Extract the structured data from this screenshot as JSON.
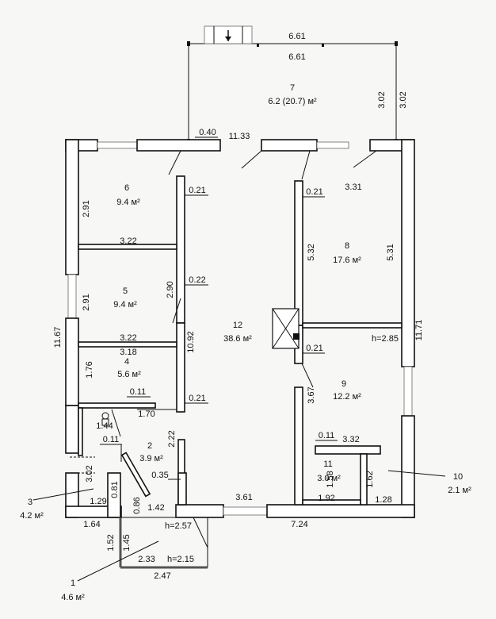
{
  "plan": {
    "rooms": {
      "r1": {
        "num": "1",
        "area": "4.6 м²"
      },
      "r2": {
        "num": "2",
        "area": "3.9 м²"
      },
      "r3": {
        "num": "3",
        "area": "4.2 м²"
      },
      "r4": {
        "num": "4",
        "area": "5.6 м²"
      },
      "r5": {
        "num": "5",
        "area": "9.4 м²"
      },
      "r6": {
        "num": "6",
        "area": "9.4 м²"
      },
      "r7": {
        "num": "7",
        "area": "6.2 (20.7) м²"
      },
      "r8": {
        "num": "8",
        "area": "17.6 м²"
      },
      "r9": {
        "num": "9",
        "area": "12.2 м²"
      },
      "r10": {
        "num": "10",
        "area": "2.1 м²"
      },
      "r11": {
        "num": "11",
        "area": "3.0 м²"
      },
      "r12": {
        "num": "12",
        "area": "38.6 м²"
      }
    },
    "dims": {
      "d_661_top": "6.61",
      "d_661_b": "6.61",
      "d_302_l": "3.02",
      "d_302_r": "3.02",
      "d_040": "0.40",
      "d_1133": "11.33",
      "d_291_a": "2.91",
      "d_021_a": "0.21",
      "d_021_b": "0.21",
      "d_331": "3.31",
      "d_322_a": "3.22",
      "d_532": "5.32",
      "d_531": "5.31",
      "d_290": "2.90",
      "d_022": "0.22",
      "d_1167": "11.67",
      "d_291_b": "2.91",
      "d_1092": "10.92",
      "d_322_b": "3.22",
      "d_318": "3.18",
      "d_021_c": "0.21",
      "h_285": "h=2.85",
      "d_1171": "11.71",
      "d_176": "1.76",
      "d_011_a": "0.11",
      "d_021_d": "0.21",
      "d_367": "3.67",
      "d_170": "1.70",
      "d_144": "1.44",
      "d_222": "2.22",
      "d_011_b": "0.11",
      "d_011_c": "0.11",
      "d_332": "3.32",
      "d_302_c": "3.02",
      "d_081": "0.81",
      "d_035": "0.35",
      "d_158": "1.58",
      "d_162": "1.62",
      "d_129": "1.29",
      "d_086": "0.86",
      "d_142": "1.42",
      "d_361": "3.61",
      "d_192": "1.92",
      "d_128": "1.28",
      "d_164": "1.64",
      "h_257": "h=2.57",
      "d_724": "7.24",
      "d_152": "1.52",
      "d_145": "1.45",
      "d_233": "2.33",
      "h_215": "h=2.15",
      "d_247": "2.47"
    },
    "colors": {
      "wall": "#ffffff",
      "line": "#111111",
      "paper": "#f7f7f5"
    }
  }
}
